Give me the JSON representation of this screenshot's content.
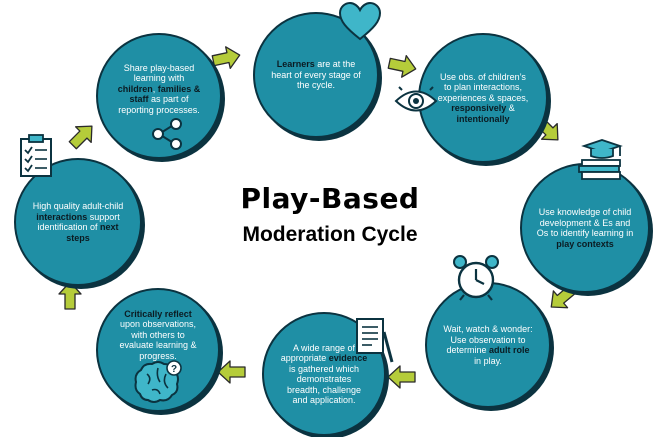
{
  "title": {
    "line1": "Play-Based",
    "line2": "Moderation Cycle"
  },
  "colors": {
    "circle_fill": "#1f8fa5",
    "circle_outline": "#0b3340",
    "highlight_text": "#0b1b22",
    "arrow_fill": "#b5cc3a"
  },
  "stages": [
    {
      "id": "learners",
      "icon": "heart-icon",
      "parts": [
        {
          "t": "Learners",
          "b": true
        },
        {
          "t": " are at the heart of every stage of the cycle.",
          "b": false
        }
      ]
    },
    {
      "id": "observations",
      "icon": "eye-icon",
      "parts": [
        {
          "t": "Use obs. of children’s to plan interactions, experiences & spaces, ",
          "b": false
        },
        {
          "t": "responsively",
          "b": true
        },
        {
          "t": " & ",
          "b": false
        },
        {
          "t": "intentionally",
          "b": true
        }
      ]
    },
    {
      "id": "knowledge",
      "icon": "books-icon",
      "parts": [
        {
          "t": "Use knowledge of child development & Es and Os to identify learning in ",
          "b": false
        },
        {
          "t": "play contexts",
          "b": true
        }
      ]
    },
    {
      "id": "adult-role",
      "icon": "alarm-clock-icon",
      "parts": [
        {
          "t": "Wait, watch & wonder: Use observation to determine ",
          "b": false
        },
        {
          "t": "adult role",
          "b": true
        },
        {
          "t": " in play.",
          "b": false
        }
      ]
    },
    {
      "id": "evidence",
      "icon": "document-icon",
      "parts": [
        {
          "t": "A wide range of appropriate ",
          "b": false
        },
        {
          "t": "evidence",
          "b": true
        },
        {
          "t": " is gathered which demonstrates breadth, challenge and application.",
          "b": false
        }
      ]
    },
    {
      "id": "reflect",
      "icon": "brain-icon",
      "parts": [
        {
          "t": "Critically reflect",
          "b": true
        },
        {
          "t": " upon observations, with others to evaluate learning & progress.",
          "b": false
        }
      ]
    },
    {
      "id": "interactions",
      "icon": "clipboard-icon",
      "parts": [
        {
          "t": "High quality adult-child ",
          "b": false
        },
        {
          "t": "interactions",
          "b": true
        },
        {
          "t": " support identification of ",
          "b": false
        },
        {
          "t": "next steps",
          "b": true
        }
      ]
    },
    {
      "id": "share",
      "icon": "share-icon",
      "parts": [
        {
          "t": "Share play-based learning with ",
          "b": false
        },
        {
          "t": "children",
          "b": true
        },
        {
          "t": ", ",
          "b": false
        },
        {
          "t": "families & staff",
          "b": true
        },
        {
          "t": " as part of reporting processes.",
          "b": false
        }
      ]
    }
  ]
}
